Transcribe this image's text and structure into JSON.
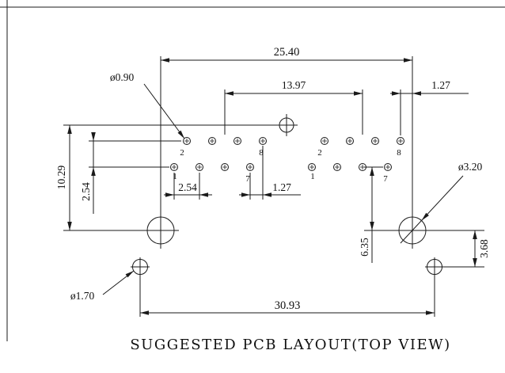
{
  "title": "SUGGESTED PCB LAYOUT(TOP VIEW)",
  "dimensions": {
    "top_span": "25.40",
    "connector_spacing": "13.97",
    "top_right_offset": "1.27",
    "left_height": "10.29",
    "row_pitch": "2.54",
    "pin_pitch": "2.54",
    "row_offset": "1.27",
    "pin_to_hole_drop": "6.35",
    "hole_to_hole_drop": "3.68",
    "bottom_span": "30.93"
  },
  "labels": {
    "pin_hole_dia": "ø0.90",
    "mount_hole_dia": "ø3.20",
    "small_hole_dia": "ø1.70"
  },
  "pins": {
    "left": {
      "n1": "1",
      "n2": "2",
      "n7": "7",
      "n8": "8"
    },
    "right": {
      "n1": "1",
      "n2": "2",
      "n7": "7",
      "n8": "8"
    }
  },
  "colors": {
    "line": "#1a1a1a",
    "background": "#ffffff"
  }
}
